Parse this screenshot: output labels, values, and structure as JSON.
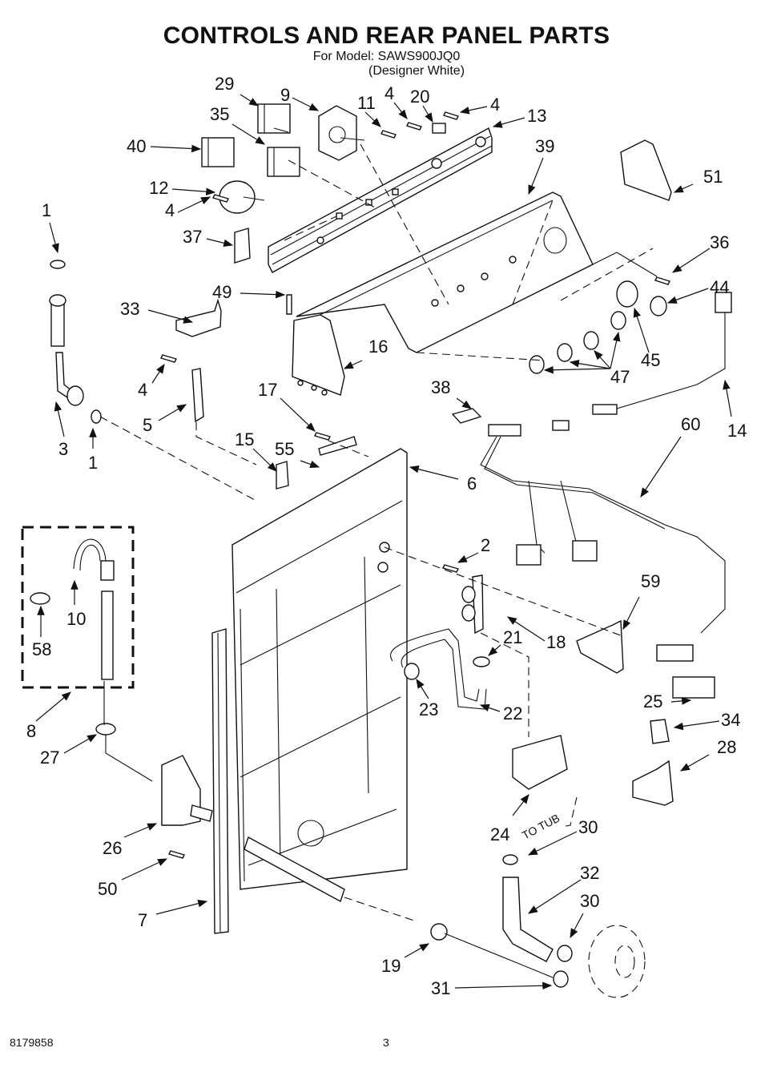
{
  "header": {
    "title": "CONTROLS AND REAR PANEL PARTS",
    "model_line": "For Model: SAWS900JQ0",
    "color_line": "(Designer White)"
  },
  "footer": {
    "document_number": "8179858",
    "page_number": "3"
  },
  "annotations": {
    "to_tub": "TO TUB"
  },
  "callouts": [
    {
      "id": "c-29",
      "label": "29",
      "part": "switch"
    },
    {
      "id": "c-9",
      "label": "9",
      "part": "timer"
    },
    {
      "id": "c-11",
      "label": "11",
      "part": "screw"
    },
    {
      "id": "c-4a",
      "label": "4",
      "part": "screw"
    },
    {
      "id": "c-20",
      "label": "20",
      "part": "clip"
    },
    {
      "id": "c-4b",
      "label": "4",
      "part": "screw"
    },
    {
      "id": "c-13",
      "label": "13",
      "part": "console-bracket"
    },
    {
      "id": "c-35",
      "label": "35",
      "part": "switch"
    },
    {
      "id": "c-40",
      "label": "40",
      "part": "switch"
    },
    {
      "id": "c-39",
      "label": "39",
      "part": "console"
    },
    {
      "id": "c-51",
      "label": "51",
      "part": "end-cap-right"
    },
    {
      "id": "c-12",
      "label": "12",
      "part": "pressure-switch"
    },
    {
      "id": "c-4c",
      "label": "4",
      "part": "screw"
    },
    {
      "id": "c-1a",
      "label": "1",
      "part": "washer"
    },
    {
      "id": "c-37",
      "label": "37",
      "part": "bracket"
    },
    {
      "id": "c-36",
      "label": "36",
      "part": "screw"
    },
    {
      "id": "c-49",
      "label": "49",
      "part": "screw"
    },
    {
      "id": "c-44",
      "label": "44",
      "part": "knob-cap"
    },
    {
      "id": "c-33",
      "label": "33",
      "part": "bracket"
    },
    {
      "id": "c-16",
      "label": "16",
      "part": "end-cap-left"
    },
    {
      "id": "c-45",
      "label": "45",
      "part": "knob"
    },
    {
      "id": "c-47",
      "label": "47",
      "part": "knobs"
    },
    {
      "id": "c-4d",
      "label": "4",
      "part": "screw"
    },
    {
      "id": "c-17",
      "label": "17",
      "part": "screw"
    },
    {
      "id": "c-38",
      "label": "38",
      "part": "circuit-board"
    },
    {
      "id": "c-14",
      "label": "14",
      "part": "power-cord"
    },
    {
      "id": "c-5",
      "label": "5",
      "part": "strap"
    },
    {
      "id": "c-60",
      "label": "60",
      "part": "wire-harness"
    },
    {
      "id": "c-3",
      "label": "3",
      "part": "hose"
    },
    {
      "id": "c-1b",
      "label": "1",
      "part": "washer"
    },
    {
      "id": "c-15",
      "label": "15",
      "part": "clip"
    },
    {
      "id": "c-55",
      "label": "55",
      "part": "channel"
    },
    {
      "id": "c-6",
      "label": "6",
      "part": "rear-panel"
    },
    {
      "id": "c-2",
      "label": "2",
      "part": "screw"
    },
    {
      "id": "c-59",
      "label": "59",
      "part": "shield"
    },
    {
      "id": "c-10",
      "label": "10",
      "part": "drain-hose-end"
    },
    {
      "id": "c-58",
      "label": "58",
      "part": "clamp"
    },
    {
      "id": "c-21",
      "label": "21",
      "part": "clamp"
    },
    {
      "id": "c-18",
      "label": "18",
      "part": "water-valve"
    },
    {
      "id": "c-8",
      "label": "8",
      "part": "drain-hose-kit"
    },
    {
      "id": "c-23",
      "label": "23",
      "part": "clamp"
    },
    {
      "id": "c-22",
      "label": "22",
      "part": "hose"
    },
    {
      "id": "c-25",
      "label": "25",
      "part": "wiring-diagram"
    },
    {
      "id": "c-34",
      "label": "34",
      "part": "capacitor"
    },
    {
      "id": "c-27",
      "label": "27",
      "part": "clamp"
    },
    {
      "id": "c-28",
      "label": "28",
      "part": "bracket"
    },
    {
      "id": "c-26",
      "label": "26",
      "part": "hose-bracket"
    },
    {
      "id": "c-24",
      "label": "24",
      "part": "siphon-break"
    },
    {
      "id": "c-30a",
      "label": "30",
      "part": "clamp"
    },
    {
      "id": "c-50",
      "label": "50",
      "part": "screw"
    },
    {
      "id": "c-32",
      "label": "32",
      "part": "pump-hose"
    },
    {
      "id": "c-30b",
      "label": "30",
      "part": "clamp"
    },
    {
      "id": "c-7",
      "label": "7",
      "part": "rail"
    },
    {
      "id": "c-19",
      "label": "19",
      "part": "clamp"
    },
    {
      "id": "c-31",
      "label": "31",
      "part": "clamp"
    }
  ]
}
